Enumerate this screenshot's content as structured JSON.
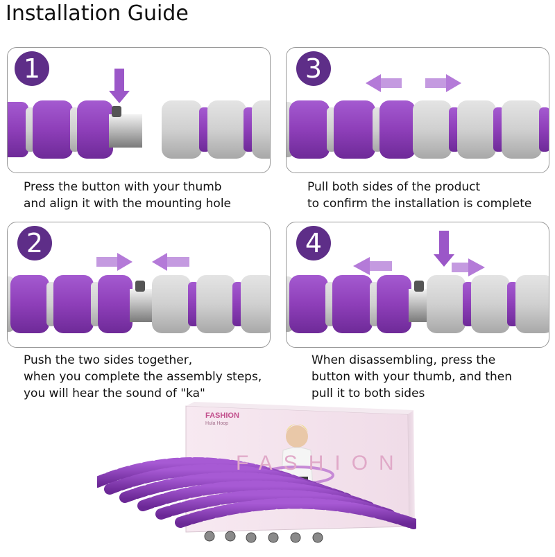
{
  "title": "Installation Guide",
  "colors": {
    "purple": "#8e3fb9",
    "gray": "#cfcfcf",
    "badge": "#5e2e88",
    "arrow": "#b47ad8"
  },
  "steps": [
    {
      "number": "1",
      "line1": "Press the button with your thumb",
      "line2": "and align it with the mounting hole"
    },
    {
      "number": "2",
      "line1": "Push the two sides together,",
      "line2": "when you complete the assembly steps,",
      "line3": "you will hear the sound of \"ka\""
    },
    {
      "number": "3",
      "line1": "Pull both sides of the product",
      "line2": "to confirm the installation is complete"
    },
    {
      "number": "4",
      "line1": "When disassembling, press the",
      "line2": "button with your thumb, and then",
      "line3": "pull it to both sides"
    }
  ],
  "box": {
    "brand": "FASHION",
    "subtitle": "Hula Hoop",
    "big_word": "FASHION"
  }
}
